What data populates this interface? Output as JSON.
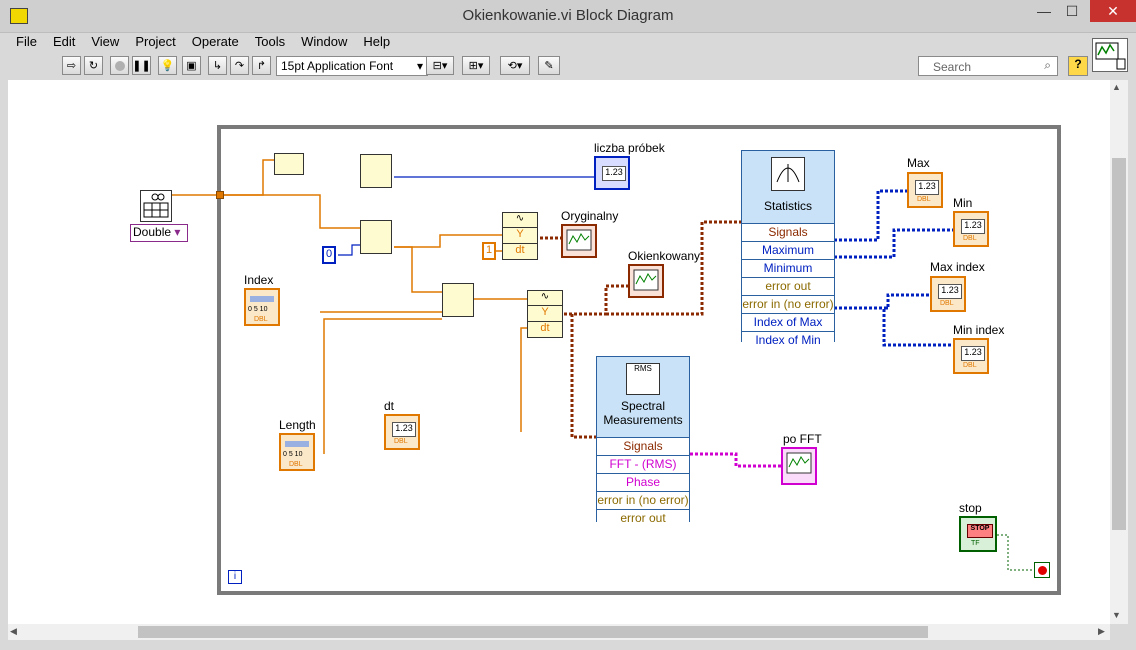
{
  "window": {
    "title": "Okienkowanie.vi Block Diagram",
    "minimize": "—",
    "maximize": "☐",
    "close": "✕"
  },
  "menu": [
    "File",
    "Edit",
    "View",
    "Project",
    "Operate",
    "Tools",
    "Window",
    "Help"
  ],
  "toolbar": {
    "font": "15pt Application Font",
    "search_placeholder": "Search",
    "help": "?"
  },
  "diagram": {
    "constant_type": "Double",
    "constant_zero": "0",
    "constant_one": "1",
    "labels": {
      "liczba": "liczba próbek",
      "oryginalny": "Oryginalny",
      "okienkowany": "Okienkowany",
      "index": "Index",
      "length": "Length",
      "dt": "dt",
      "max": "Max",
      "min": "Min",
      "max_index": "Max index",
      "min_index": "Min index",
      "po_fft": "po FFT",
      "stop": "stop"
    },
    "waveform_terms": {
      "y": "Y",
      "dt": "dt"
    },
    "numeric_value": "1.23",
    "dbl": "DBL",
    "tf": "TF",
    "stop_button": "STOP",
    "statistics": {
      "title": "Statistics",
      "rows": [
        "Signals",
        "Maximum",
        "Minimum",
        "error out",
        "error in (no error)",
        "Index of Max",
        "Index of Min"
      ]
    },
    "spectral": {
      "title1": "Spectral",
      "title2": "Measurements",
      "rms": "RMS",
      "rows": [
        "Signals",
        "FFT - (RMS)",
        "Phase",
        "error in (no error)",
        "error out"
      ]
    },
    "slider_ticks": "0  5  10",
    "info": "i"
  },
  "colors": {
    "orange_wire": "#e07800",
    "blue_wire": "#0020c0",
    "waveform_wire": "#8b2a00",
    "pink_wire": "#d000d0",
    "green_wire": "#006000"
  }
}
